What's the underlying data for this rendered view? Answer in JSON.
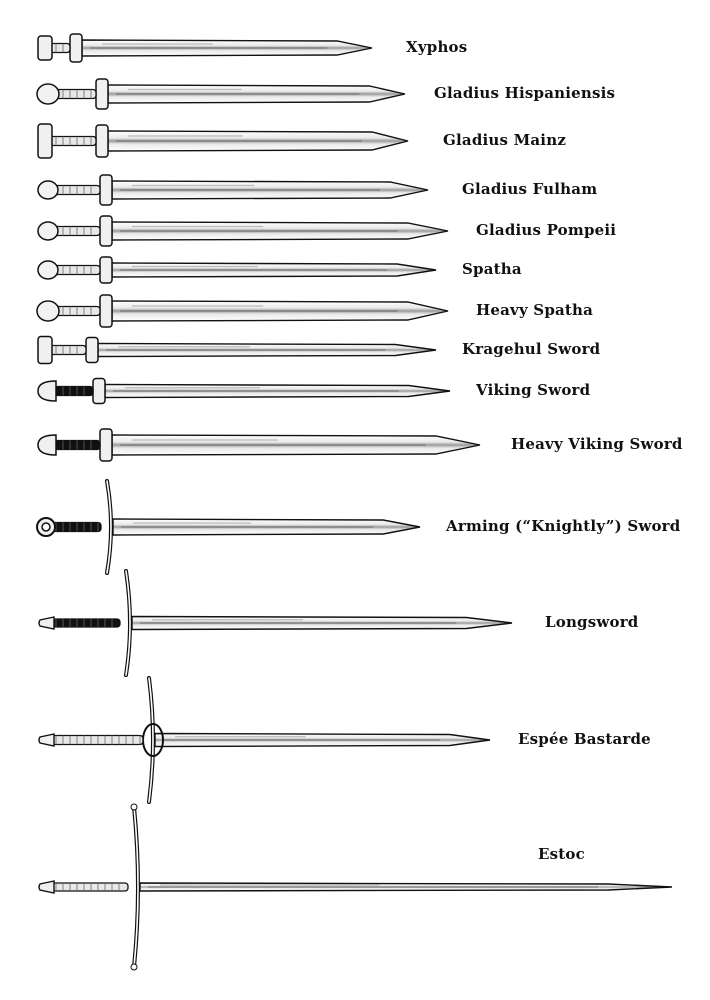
{
  "colors": {
    "ink": "#111111",
    "steel": "#f4f4f4",
    "shade": "#9a9a9a",
    "background": "#ffffff"
  },
  "swords": [
    {
      "id": "xyphos",
      "name": "Xyphos",
      "hilt": "leaf-bronze",
      "icon": "sword-icon"
    },
    {
      "id": "gladius-hispaniensis",
      "name": "Gladius Hispaniensis",
      "hilt": "bulb",
      "icon": "sword-icon"
    },
    {
      "id": "gladius-mainz",
      "name": "Gladius Mainz",
      "hilt": "block",
      "icon": "sword-icon"
    },
    {
      "id": "gladius-fulham",
      "name": "Gladius Fulham",
      "hilt": "ball",
      "icon": "sword-icon"
    },
    {
      "id": "gladius-pompeii",
      "name": "Gladius Pompeii",
      "hilt": "ball",
      "icon": "sword-icon"
    },
    {
      "id": "spatha",
      "name": "Spatha",
      "hilt": "ball",
      "icon": "sword-icon"
    },
    {
      "id": "heavy-spatha",
      "name": "Heavy Spatha",
      "hilt": "bulb",
      "icon": "sword-icon"
    },
    {
      "id": "kragehul-sword",
      "name": "Kragehul Sword",
      "hilt": "block",
      "icon": "sword-icon"
    },
    {
      "id": "viking-sword",
      "name": "Viking Sword",
      "hilt": "lobed",
      "icon": "sword-icon"
    },
    {
      "id": "heavy-viking-sword",
      "name": "Heavy Viking Sword",
      "hilt": "lobed",
      "icon": "sword-icon"
    },
    {
      "id": "arming-sword",
      "name": "Arming (“Knightly”) Sword",
      "hilt": "ring",
      "icon": "sword-icon"
    },
    {
      "id": "longsword",
      "name": "Longsword",
      "hilt": "cross",
      "icon": "sword-icon"
    },
    {
      "id": "espee-bastarde",
      "name": "Espée Bastarde",
      "hilt": "swept",
      "icon": "sword-icon"
    },
    {
      "id": "estoc",
      "name": "Estoc",
      "hilt": "cross-long",
      "icon": "sword-icon"
    }
  ]
}
